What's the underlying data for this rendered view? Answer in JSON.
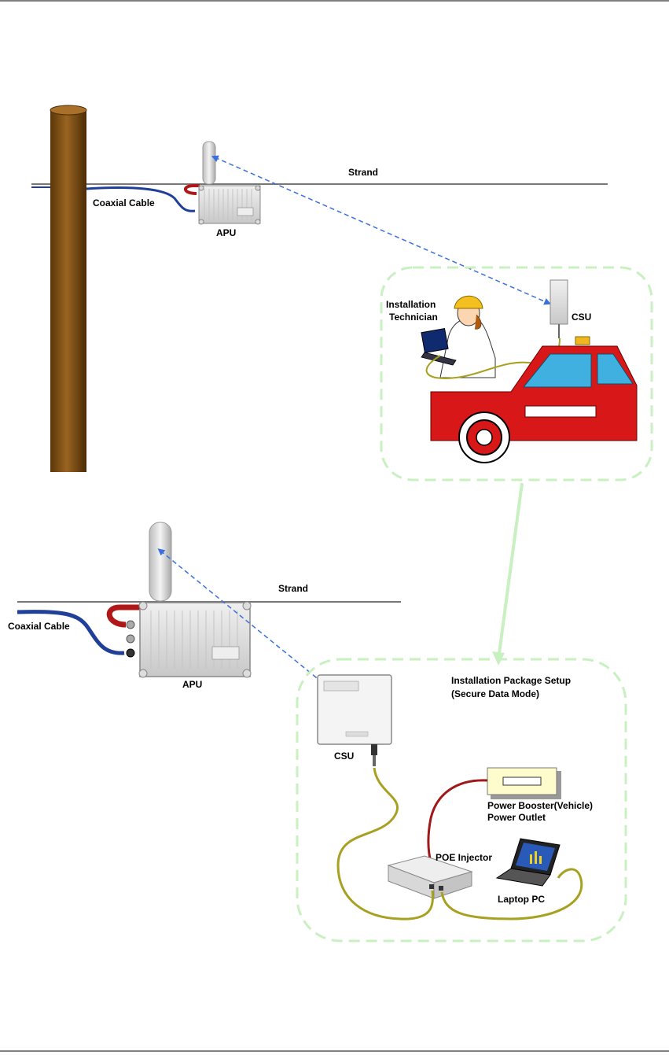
{
  "top_scene": {
    "strand_label": "Strand",
    "coax_label": "Coaxial Cable",
    "apu_label": "APU",
    "technician_label_line1": "Installation",
    "technician_label_line2": "Technician",
    "csu_label": "CSU"
  },
  "bottom_scene": {
    "strand_label": "Strand",
    "coax_label": "Coaxial Cable",
    "apu_label": "APU",
    "csu_label": "CSU",
    "package_title_line1": "Installation Package Setup",
    "package_title_line2": "(Secure Data Mode)",
    "power_label_line1": "Power Booster(Vehicle)",
    "power_label_line2": "Power Outlet",
    "poe_label": "POE Injector",
    "laptop_label": "Laptop PC"
  },
  "colors": {
    "pole": "#8B5A1A",
    "coax_cable": "#1f3f99",
    "ethernet_cable": "#a8a020",
    "power_cable": "#a01818",
    "wireless_link": "#3a6fe0",
    "group_border": "#c8f0c0",
    "truck": "#d81818"
  }
}
